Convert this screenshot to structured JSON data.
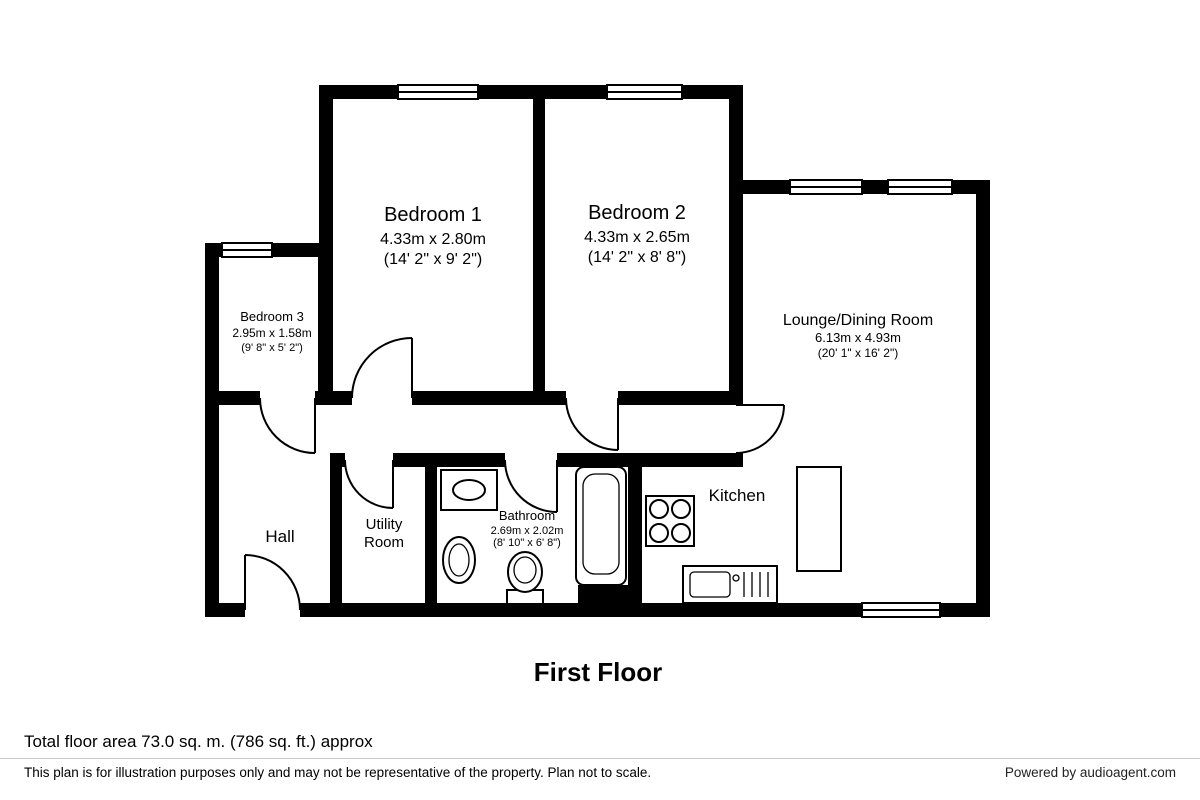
{
  "plan": {
    "title": "First Floor",
    "rooms": {
      "bedroom1": {
        "name": "Bedroom 1",
        "metric": "4.33m x 2.80m",
        "imperial": "(14' 2\" x 9' 2\")"
      },
      "bedroom2": {
        "name": "Bedroom 2",
        "metric": "4.33m x 2.65m",
        "imperial": "(14' 2\" x 8' 8\")"
      },
      "bedroom3": {
        "name": "Bedroom 3",
        "metric": "2.95m x 1.58m",
        "imperial": "(9' 8\" x 5' 2\")"
      },
      "lounge": {
        "name": "Lounge/Dining Room",
        "metric": "6.13m x 4.93m",
        "imperial": "(20' 1\" x 16' 2\")"
      },
      "hall": {
        "name": "Hall"
      },
      "utility": {
        "line1": "Utility",
        "line2": "Room"
      },
      "bathroom": {
        "name": "Bathroom",
        "metric": "2.69m x 2.02m",
        "imperial": "(8' 10\" x 6' 8\")"
      },
      "kitchen": {
        "name": "Kitchen"
      }
    }
  },
  "footer": {
    "total_area": "Total floor area 73.0 sq. m. (786 sq. ft.) approx",
    "disclaimer": "This plan is for illustration purposes only and may not be representative of the property. Plan not to scale.",
    "credit": "Powered by audioagent.com"
  }
}
